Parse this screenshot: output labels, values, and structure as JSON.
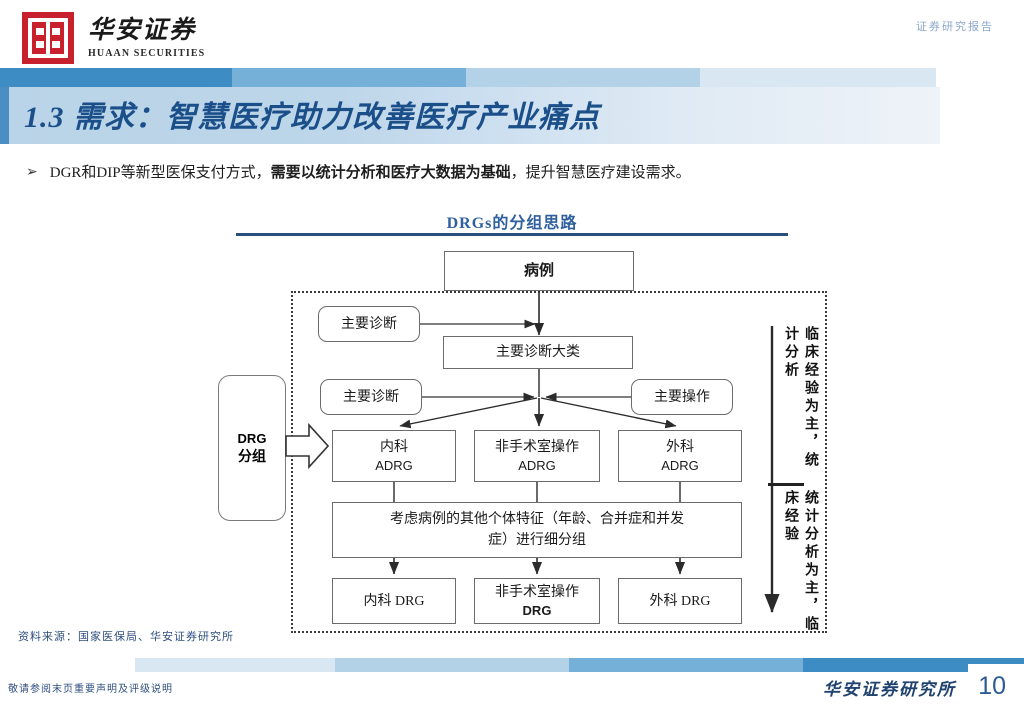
{
  "header": {
    "logo_cn": "华安证券",
    "logo_en": "HUAAN SECURITIES",
    "logo_icon": "huaan-square-logo",
    "report_tag": "证券研究报告",
    "bar_colors": [
      "#3d8cc4",
      "#74b0d8",
      "#b3d2e8",
      "#d9e7f2"
    ]
  },
  "title": {
    "text": "1.3 需求：智慧医疗助力改善医疗产业痛点",
    "accent_color": "#4a8ec2",
    "text_color": "#1b4f8a"
  },
  "bullet": {
    "marker": "➢",
    "part1": "DGR和DIP等新型医保支付方式，",
    "part2_bold": "需要以统计分析和医疗大数据为基础",
    "part3": "，提升智慧医疗建设需求。"
  },
  "figure": {
    "title": "DRGs的分组思路",
    "rule_color": "#2b4f7d",
    "source": "资料来源：国家医保局、华安证券研究所",
    "nodes": {
      "case": "病例",
      "main_diagnosis_1": "主要诊断",
      "main_diagnosis_category": "主要诊断大类",
      "main_diagnosis_2": "主要诊断",
      "main_operation": "主要操作",
      "adrg_internal_l1": "内科",
      "adrg_internal_l2": "ADRG",
      "adrg_nonsurgical_l1": "非手术室操作",
      "adrg_nonsurgical_l2": "ADRG",
      "adrg_surgical_l1": "外科",
      "adrg_surgical_l2": "ADRG",
      "subgroup": "考虑病例的其他个体特征（年龄、合并症和并发\n症）进行细分组",
      "drg_internal": "内科 DRG",
      "drg_nonsurgical_l1": "非手术室操作",
      "drg_nonsurgical_l2": "DRG",
      "drg_surgical": "外科 DRG",
      "drg_group_l1": "DRG",
      "drg_group_l2": "分组"
    },
    "annotations": {
      "upper": "临床经验为主，统计分析",
      "lower": "统计分析为主，临床经验"
    }
  },
  "footer": {
    "note": "敬请参阅末页重要声明及评级说明",
    "brand": "华安证券研究所",
    "page_number": "10",
    "bar_colors": [
      "#ffffff",
      "#d9e7f2",
      "#b3d2e8",
      "#74b0d8",
      "#3d8cc4"
    ]
  }
}
